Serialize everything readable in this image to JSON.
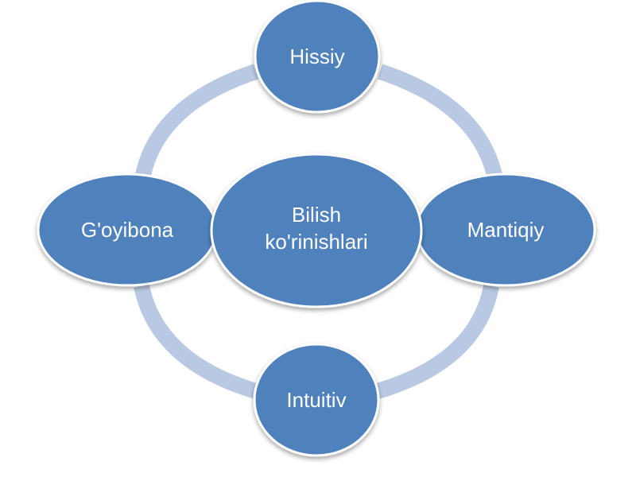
{
  "diagram": {
    "center": {
      "line1": "Bilish",
      "line2": "ko'rinishlari"
    },
    "nodes": {
      "top": "Hissiy",
      "right": "Mantiqiy",
      "bottom": "Intuitiv",
      "left": "G'oyibona"
    },
    "colors": {
      "node_fill": "#4f81bd",
      "node_stroke": "#ffffff",
      "ring": "#b9c9e4",
      "text": "#ffffff"
    }
  }
}
